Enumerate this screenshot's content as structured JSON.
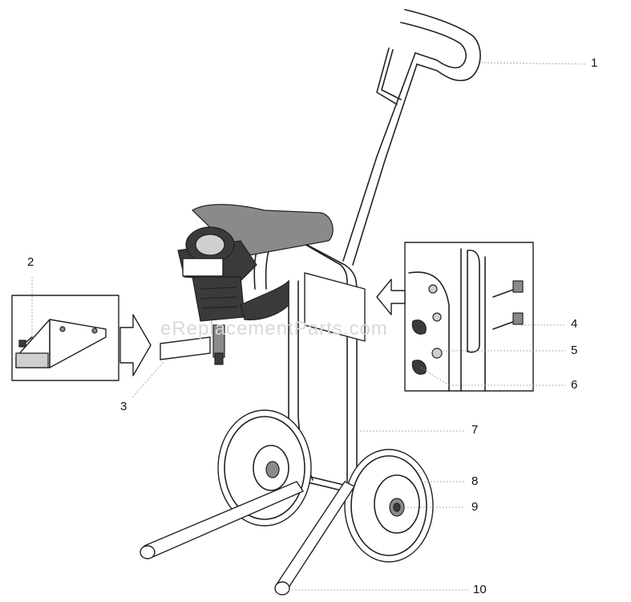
{
  "callouts": {
    "c1": "1",
    "c2": "2",
    "c3": "3",
    "c4": "4",
    "c5": "5",
    "c6": "6",
    "c7": "7",
    "c8": "8",
    "c9": "9",
    "c10": "10"
  },
  "watermark": "eReplacementParts.com"
}
